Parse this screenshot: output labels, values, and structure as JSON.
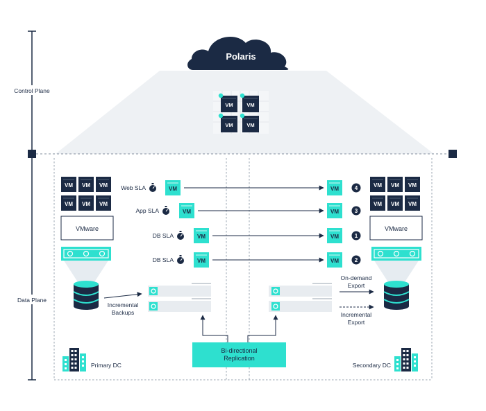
{
  "colors": {
    "navy": "#1b2a44",
    "teal": "#2ee0cf",
    "teal_dark": "#1fb7aa",
    "grey_band": "#e8ecf0",
    "grey_line": "#9aa4b0",
    "arrow": "#1b2a44"
  },
  "planes": {
    "control": "Control Plane",
    "data": "Data Plane"
  },
  "cloud": {
    "label": "Polaris"
  },
  "vm_label": "VM",
  "primary": {
    "hypervisor": "VMware",
    "site_label": "Primary DC",
    "backup_label_1": "Incremental",
    "backup_label_2": "Backups"
  },
  "secondary": {
    "hypervisor": "VMware",
    "site_label": "Secondary DC",
    "export_on_demand_1": "On-demand",
    "export_on_demand_2": "Export",
    "export_incremental_1": "Incremental",
    "export_incremental_2": "Export"
  },
  "slas": [
    {
      "label": "Web SLA",
      "order": "4"
    },
    {
      "label": "App SLA",
      "order": "3"
    },
    {
      "label": "DB SLA",
      "order": "1"
    },
    {
      "label": "DB SLA",
      "order": "2"
    }
  ],
  "replication": {
    "line1": "Bi-directional",
    "line2": "Replication"
  },
  "icons": {
    "cloud": "cloud-icon",
    "clock": "stopwatch-icon",
    "database": "database-icon",
    "building": "building-icon",
    "storage": "storage-appliance-icon",
    "snapshot": "snapshot-icon"
  }
}
